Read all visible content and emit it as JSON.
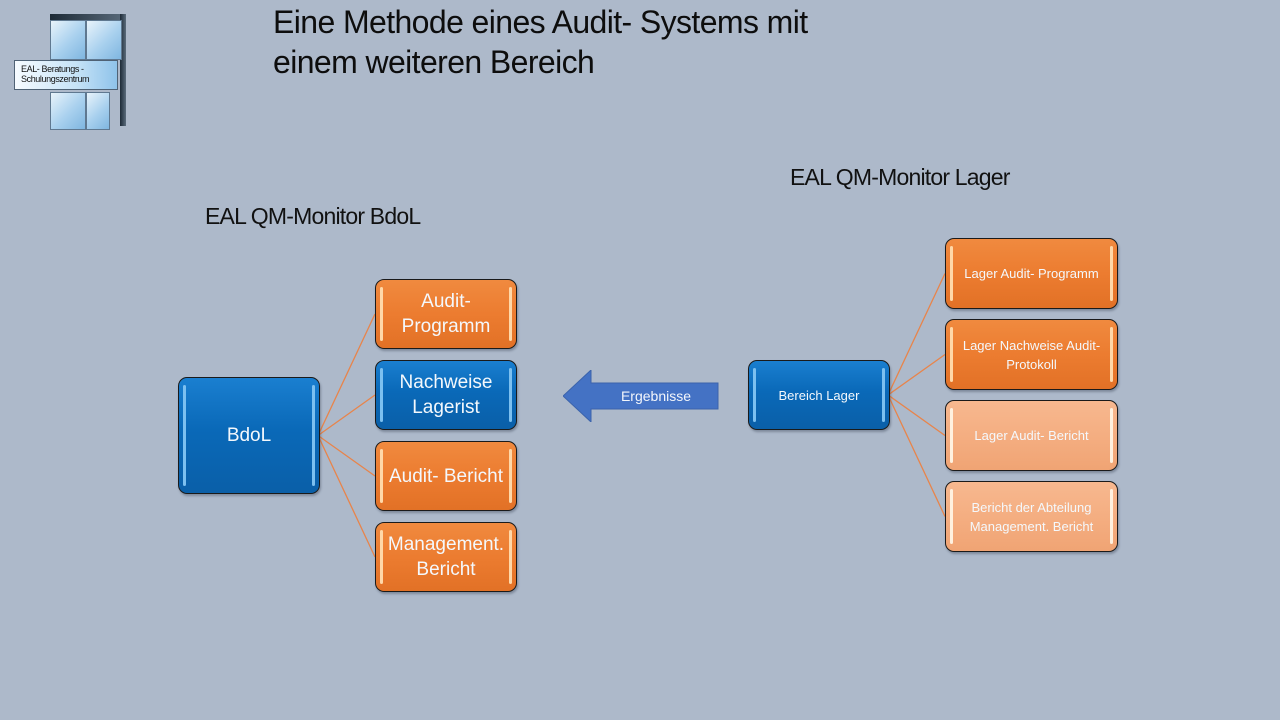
{
  "logo": {
    "line1": "EAL- Beratungs -",
    "line2": "Schulungszentrum"
  },
  "title": "Eine Methode eines Audit- Systems mit\neinem weiteren Bereich",
  "left_section": {
    "heading": "EAL QM-Monitor BdoL",
    "root": {
      "label": "BdoL",
      "color": "#0a66b5"
    },
    "children": [
      {
        "label": "Audit-\nProgramm",
        "color": "#ed7d31"
      },
      {
        "label": "Nachweise\nLagerist",
        "color": "#0a66b5"
      },
      {
        "label": "Audit- Bericht",
        "color": "#ed7d31"
      },
      {
        "label": "Management.\nBericht",
        "color": "#ed7d31"
      }
    ]
  },
  "arrow": {
    "label": "Ergebnisse",
    "direction": "left",
    "color": "#4472c4"
  },
  "right_section": {
    "heading": "EAL QM-Monitor Lager",
    "root": {
      "label": "Bereich Lager",
      "color": "#0a66b5"
    },
    "children": [
      {
        "label": "Lager Audit- Programm",
        "color": "#ed7d31"
      },
      {
        "label": "Lager Nachweise Audit-\nProtokoll",
        "color": "#ed7d31"
      },
      {
        "label": "Lager Audit- Bericht",
        "color": "#f4b183"
      },
      {
        "label": "Bericht der Abteilung\nManagement. Bericht",
        "color": "#f4b183"
      }
    ]
  },
  "connector_color": "#e8844a"
}
